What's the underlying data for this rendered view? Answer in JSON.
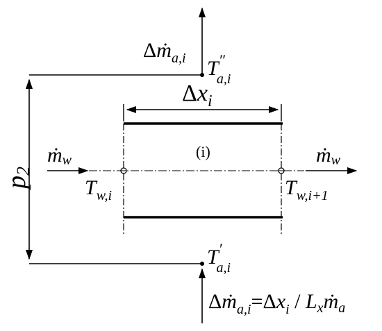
{
  "labels": {
    "dm_top_delta": "Δ",
    "dm_top_m": "ṁ",
    "dm_top_sub": "a,i",
    "t_top_T": "T",
    "t_top_prime": "″",
    "t_top_sub": "a,i",
    "dx_delta": "Δ",
    "dx_x": "x",
    "dx_sub": "i",
    "p2_p": "p",
    "p2_sub": "2",
    "mw_left_m": "ṁ",
    "mw_left_sub": "w",
    "mw_right_m": "ṁ",
    "mw_right_sub": "w",
    "cell_index": "(i)",
    "tw_left_T": "T",
    "tw_left_sub": "w,i",
    "tw_right_T": "T",
    "tw_right_sub": "w,i+1",
    "t_bot_T": "T",
    "t_bot_prime": "′",
    "t_bot_sub": "a,i",
    "eq_delta": "Δ",
    "eq_m": "ṁ",
    "eq_sub1": "a,i",
    "eq_eq": "=Δ",
    "eq_x": "x",
    "eq_sub2": "i",
    "eq_slash": " / ",
    "eq_L": "L",
    "eq_sub3": "x",
    "eq_m2": "ṁ",
    "eq_sub4": "a"
  }
}
